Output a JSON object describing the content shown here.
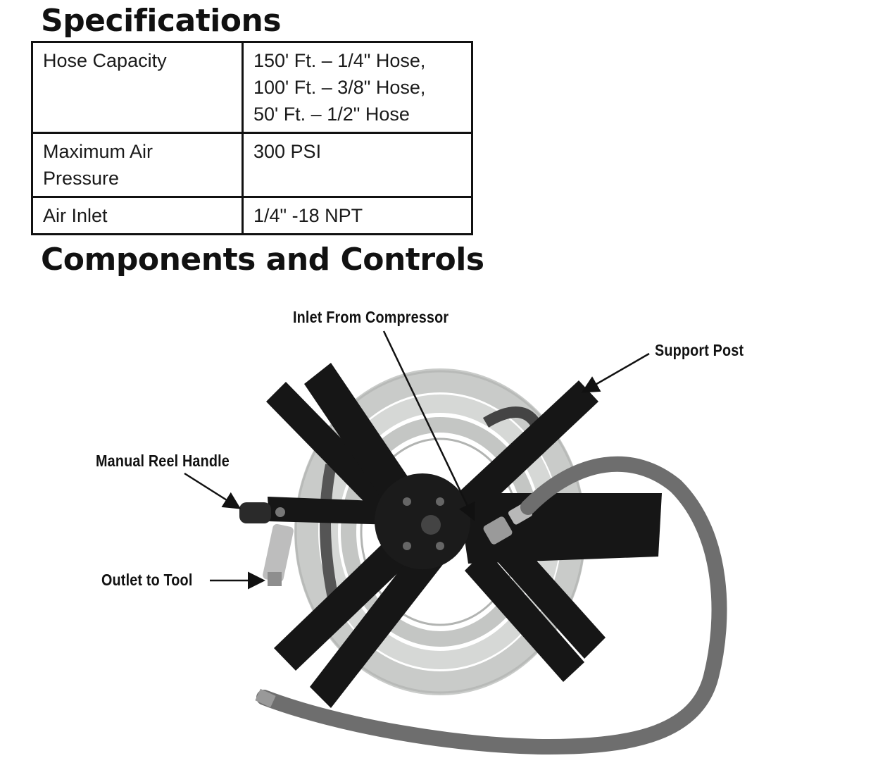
{
  "specifications": {
    "heading": "Specifications",
    "rows": [
      {
        "label": [
          "Hose Capacity"
        ],
        "value": [
          "150' Ft. – 1/4\" Hose,",
          "100' Ft. – 3/8\" Hose,",
          "50' Ft. – 1/2\" Hose"
        ]
      },
      {
        "label": [
          "Maximum Air",
          "Pressure"
        ],
        "value": [
          "300 PSI"
        ]
      },
      {
        "label": [
          "Air Inlet"
        ],
        "value": [
          "1/4\" -18 NPT"
        ]
      }
    ]
  },
  "components": {
    "heading": "Components and Controls",
    "callouts": {
      "inlet": "Inlet From Compressor",
      "post": "Support Post",
      "handle": "Manual Reel Handle",
      "outlet": "Outlet to Tool"
    }
  }
}
